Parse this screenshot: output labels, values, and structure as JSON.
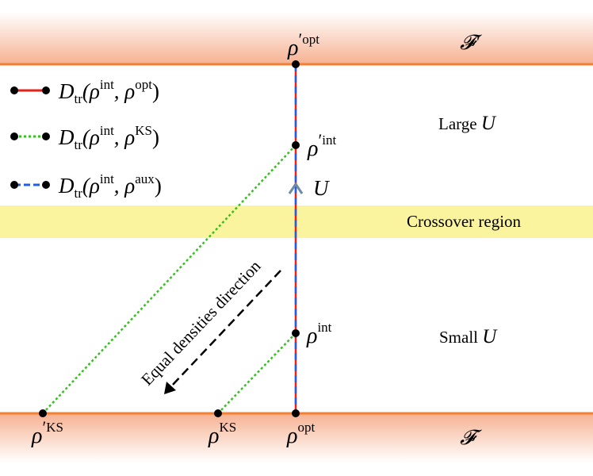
{
  "colors": {
    "boundary": "#f47f30",
    "crossover": "#fbf49e",
    "band_edge": "#f6b192",
    "red": "#e8201c",
    "green": "#34c11e",
    "blue": "#2060e0",
    "arrow": "#6a8aa6"
  },
  "manifolds": {
    "top": {
      "label": "𝓕′"
    },
    "bottom": {
      "label": "𝓕"
    }
  },
  "regions": {
    "large": {
      "text": "Large",
      "var": "U"
    },
    "crossover": {
      "text": "Crossover region"
    },
    "small": {
      "text": "Small",
      "var": "U"
    }
  },
  "axis": {
    "label": "U"
  },
  "diagonal": {
    "text": "Equal densities direction"
  },
  "points": {
    "rho_prime_opt": {
      "base": "ρ",
      "prime": "′",
      "sup": "opt"
    },
    "rho_prime_int": {
      "base": "ρ",
      "prime": "′",
      "sup": "int"
    },
    "rho_int": {
      "base": "ρ",
      "prime": "",
      "sup": "int"
    },
    "rho_prime_ks": {
      "base": "ρ",
      "prime": "′",
      "sup": "KS"
    },
    "rho_ks": {
      "base": "ρ",
      "prime": "",
      "sup": "KS"
    },
    "rho_opt": {
      "base": "ρ",
      "prime": "",
      "sup": "opt"
    }
  },
  "legend": [
    {
      "style": "solid-red",
      "D": "D",
      "sub": "tr",
      "open": "(ρ",
      "a": "int",
      "mid": ", ρ",
      "b": "opt",
      "close": ")"
    },
    {
      "style": "dotted-green",
      "D": "D",
      "sub": "tr",
      "open": "(ρ",
      "a": "int",
      "mid": ", ρ",
      "b": "KS",
      "close": ")"
    },
    {
      "style": "dashed-blue",
      "D": "D",
      "sub": "tr",
      "open": "(ρ",
      "a": "int",
      "mid": ", ρ",
      "b": "aux",
      "close": ")"
    }
  ]
}
